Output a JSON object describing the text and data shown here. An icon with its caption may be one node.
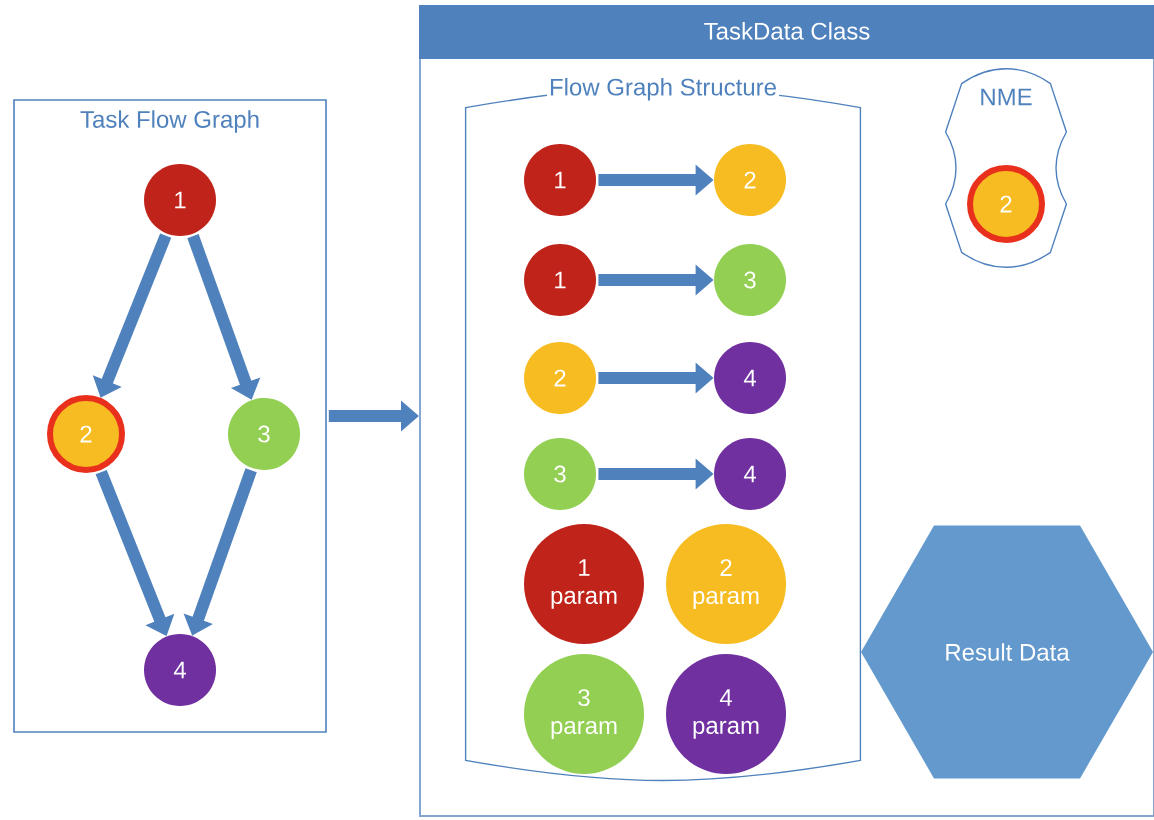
{
  "diagram": {
    "nodes": [
      {
        "text": [
          "Task Flow Graph"
        ]
      },
      {
        "text": [
          "1"
        ],
        "in": 0
      },
      {
        "text": [
          "2"
        ],
        "in": 0
      },
      {
        "text": [
          "3"
        ],
        "in": 0
      },
      {
        "text": [
          "4"
        ],
        "in": 0
      },
      {
        "text": [
          "TaskData Class"
        ]
      },
      {
        "text": [
          "Flow Graph Structure"
        ],
        "in": 5
      },
      {
        "text": [
          "1"
        ],
        "in": 6
      },
      {
        "text": [
          "2"
        ],
        "in": 6
      },
      {
        "text": [
          "1"
        ],
        "in": 6
      },
      {
        "text": [
          "3"
        ],
        "in": 6
      },
      {
        "text": [
          "2"
        ],
        "in": 6
      },
      {
        "text": [
          "4"
        ],
        "in": 6
      },
      {
        "text": [
          "3"
        ],
        "in": 6
      },
      {
        "text": [
          "4"
        ],
        "in": 6
      },
      {
        "text": [
          "1 param"
        ],
        "in": 6
      },
      {
        "text": [
          "2 param"
        ],
        "in": 6
      },
      {
        "text": [
          "3 param"
        ],
        "in": 6
      },
      {
        "text": [
          "4 param"
        ],
        "in": 6
      },
      {
        "text": [
          "NME"
        ],
        "in": 5
      },
      {
        "text": [
          "2"
        ],
        "in": 19
      },
      {
        "text": [
          "Result Data"
        ],
        "in": 5
      }
    ],
    "edges": [
      {
        "from": 1,
        "to": 2,
        "arrow": "to"
      },
      {
        "from": 1,
        "to": 3,
        "arrow": "to"
      },
      {
        "from": 2,
        "to": 4,
        "arrow": "to"
      },
      {
        "from": 3,
        "to": 4,
        "arrow": "to"
      },
      {
        "from": 0,
        "to": 5,
        "arrow": "to"
      },
      {
        "from": 7,
        "to": 8,
        "arrow": "to"
      },
      {
        "from": 9,
        "to": 10,
        "arrow": "to"
      },
      {
        "from": 11,
        "to": 12,
        "arrow": "to"
      },
      {
        "from": 13,
        "to": 14,
        "arrow": "to"
      }
    ]
  }
}
